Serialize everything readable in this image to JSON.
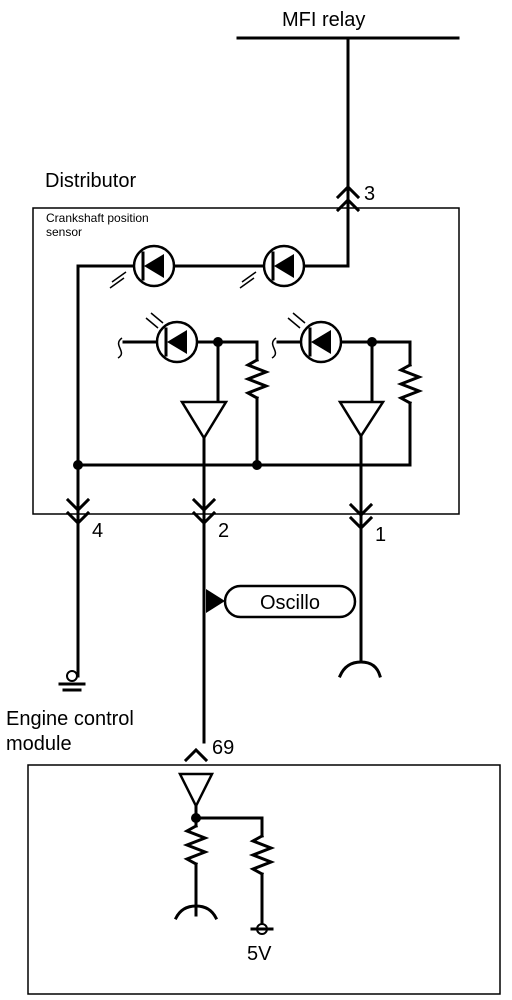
{
  "labels": {
    "mfi_relay": "MFI relay",
    "distributor": "Distributor",
    "sensor_line1": "Crankshaft position",
    "sensor_line2": "sensor",
    "pin3": "3",
    "pin4": "4",
    "pin2": "2",
    "pin1": "1",
    "oscillo": "Oscillo",
    "ecm_line1": "Engine control",
    "ecm_line2": "module",
    "pin69": "69",
    "supply": "5V"
  },
  "colors": {
    "line": "#000000",
    "background": "#ffffff"
  },
  "icons": [
    "led-icon",
    "photodiode-icon",
    "amplifier-icon",
    "resistor-icon",
    "ground-icon",
    "connector-pin-icon",
    "probe-icon"
  ]
}
